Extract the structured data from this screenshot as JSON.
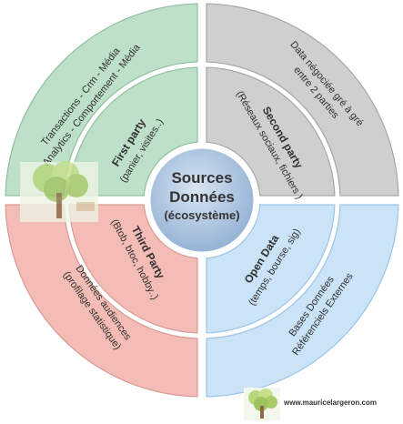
{
  "colors": {
    "first_party": "#bfe0c8",
    "first_party_edge": "#8fbf9e",
    "second_party": "#cfcfcf",
    "second_party_edge": "#a6a6a6",
    "third_party": "#f4bcb6",
    "third_party_edge": "#d99a93",
    "open_data": "#cbe3f7",
    "open_data_edge": "#9cc5e8",
    "center": "#9fb8d8"
  },
  "center": {
    "line1": "Sources",
    "line2": "Données",
    "line3": "(écosystème)"
  },
  "segments": {
    "first_party": {
      "title": "First party",
      "subtitle": "(panier, visites..)",
      "outer_line1": "Transactions - Crm - Média",
      "outer_line2": "Analytics - Comportement - Média"
    },
    "second_party": {
      "title": "Second party",
      "subtitle": "(Réseaux sociaux, fichiers )",
      "outer_line1": "Data négociée gré à gré",
      "outer_line2": "entre 2 parties"
    },
    "third_party": {
      "title": "Third Party",
      "subtitle": "(Btob, btoc, hobby..)",
      "outer_line1": "Données audiences",
      "outer_line2": "(profilage statistique)"
    },
    "open_data": {
      "title": "Open Data",
      "subtitle": "(temps, bourse, sig)",
      "outer_line1": "Bases Données",
      "outer_line2": "Référenciels Externes"
    }
  },
  "icons": [
    "tree-icon"
  ],
  "footer": {
    "url": "www.mauricelargeron.com"
  }
}
